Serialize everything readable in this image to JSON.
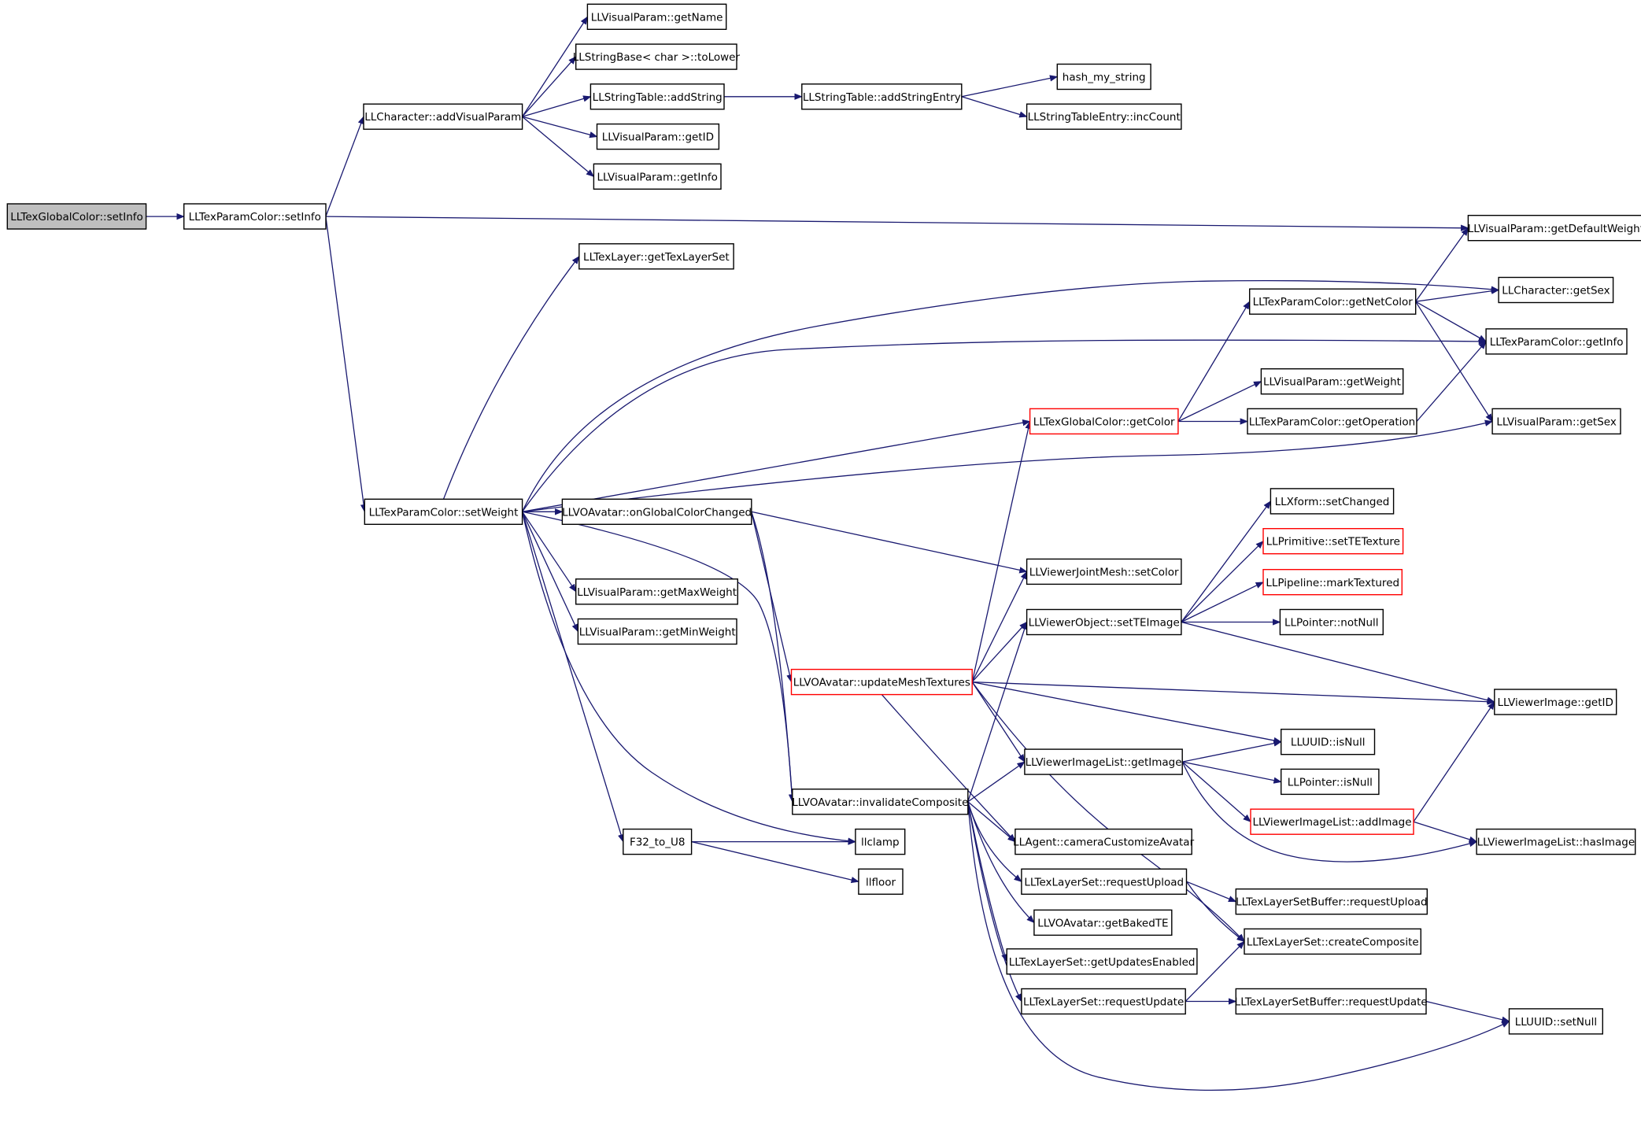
{
  "graph": {
    "nodes": [
      {
        "id": "root",
        "label": "LLTexGlobalColor::setInfo",
        "style": "root"
      },
      {
        "id": "tpc_setInfo",
        "label": "LLTexParamColor::setInfo"
      },
      {
        "id": "char_addVP",
        "label": "LLCharacter::addVisualParam"
      },
      {
        "id": "vp_getName",
        "label": "LLVisualParam::getName"
      },
      {
        "id": "sb_toLower",
        "label": "LLStringBase< char >::toLower"
      },
      {
        "id": "st_addString",
        "label": "LLStringTable::addString"
      },
      {
        "id": "st_addEntry",
        "label": "LLStringTable::addStringEntry"
      },
      {
        "id": "hash",
        "label": "hash_my_string"
      },
      {
        "id": "ste_inc",
        "label": "LLStringTableEntry::incCount"
      },
      {
        "id": "vp_getID",
        "label": "LLVisualParam::getID"
      },
      {
        "id": "vp_getInfo",
        "label": "LLVisualParam::getInfo"
      },
      {
        "id": "vp_getDefW",
        "label": "LLVisualParam::getDefaultWeight"
      },
      {
        "id": "tl_getTLS",
        "label": "LLTexLayer::getTexLayerSet"
      },
      {
        "id": "char_getSex",
        "label": "LLCharacter::getSex"
      },
      {
        "id": "tpc_getNetColor",
        "label": "LLTexParamColor::getNetColor"
      },
      {
        "id": "tpc_getInfo",
        "label": "LLTexParamColor::getInfo"
      },
      {
        "id": "vp_getWeight",
        "label": "LLVisualParam::getWeight"
      },
      {
        "id": "tgc_getColor",
        "label": "LLTexGlobalColor::getColor",
        "style": "red"
      },
      {
        "id": "tpc_getOp",
        "label": "LLTexParamColor::getOperation"
      },
      {
        "id": "vp_getSex",
        "label": "LLVisualParam::getSex"
      },
      {
        "id": "tpc_setWeight",
        "label": "LLTexParamColor::setWeight"
      },
      {
        "id": "vo_onGCC",
        "label": "LLVOAvatar::onGlobalColorChanged"
      },
      {
        "id": "xf_setChanged",
        "label": "LLXform::setChanged"
      },
      {
        "id": "prim_setTE",
        "label": "LLPrimitive::setTETexture",
        "style": "red"
      },
      {
        "id": "pipe_mark",
        "label": "LLPipeline::markTextured",
        "style": "red"
      },
      {
        "id": "vjm_setColor",
        "label": "LLViewerJointMesh::setColor"
      },
      {
        "id": "vp_getMaxW",
        "label": "LLVisualParam::getMaxWeight"
      },
      {
        "id": "vo_setTEImage",
        "label": "LLViewerObject::setTEImage"
      },
      {
        "id": "ptr_notNull",
        "label": "LLPointer::notNull"
      },
      {
        "id": "vp_getMinW",
        "label": "LLVisualParam::getMinWeight"
      },
      {
        "id": "vo_updMesh",
        "label": "LLVOAvatar::updateMeshTextures",
        "style": "red"
      },
      {
        "id": "vi_getID",
        "label": "LLViewerImage::getID"
      },
      {
        "id": "uuid_isNull",
        "label": "LLUUID::isNull"
      },
      {
        "id": "vil_getImage",
        "label": "LLViewerImageList::getImage"
      },
      {
        "id": "ptr_isNull",
        "label": "LLPointer::isNull"
      },
      {
        "id": "vo_invComp",
        "label": "LLVOAvatar::invalidateComposite"
      },
      {
        "id": "vil_addImage",
        "label": "LLViewerImageList::addImage",
        "style": "red"
      },
      {
        "id": "f32u8",
        "label": "F32_to_U8"
      },
      {
        "id": "llclamp",
        "label": "llclamp"
      },
      {
        "id": "agent_cca",
        "label": "LLAgent::cameraCustomizeAvatar"
      },
      {
        "id": "vil_hasImage",
        "label": "LLViewerImageList::hasImage"
      },
      {
        "id": "llfloor",
        "label": "llfloor"
      },
      {
        "id": "tls_reqUpload",
        "label": "LLTexLayerSet::requestUpload"
      },
      {
        "id": "tlsb_reqUpload",
        "label": "LLTexLayerSetBuffer::requestUpload"
      },
      {
        "id": "vo_getBakedTE",
        "label": "LLVOAvatar::getBakedTE"
      },
      {
        "id": "tls_createComp",
        "label": "LLTexLayerSet::createComposite"
      },
      {
        "id": "tls_getUpdEn",
        "label": "LLTexLayerSet::getUpdatesEnabled"
      },
      {
        "id": "tls_reqUpdate",
        "label": "LLTexLayerSet::requestUpdate"
      },
      {
        "id": "tlsb_reqUpdate",
        "label": "LLTexLayerSetBuffer::requestUpdate"
      },
      {
        "id": "uuid_setNull",
        "label": "LLUUID::setNull"
      }
    ],
    "edges": [
      [
        "root",
        "tpc_setInfo"
      ],
      [
        "tpc_setInfo",
        "char_addVP"
      ],
      [
        "tpc_setInfo",
        "vp_getDefW"
      ],
      [
        "tpc_setInfo",
        "tpc_setWeight"
      ],
      [
        "char_addVP",
        "vp_getName"
      ],
      [
        "char_addVP",
        "sb_toLower"
      ],
      [
        "char_addVP",
        "st_addString"
      ],
      [
        "char_addVP",
        "vp_getID"
      ],
      [
        "char_addVP",
        "vp_getInfo"
      ],
      [
        "st_addString",
        "st_addEntry"
      ],
      [
        "st_addEntry",
        "hash"
      ],
      [
        "st_addEntry",
        "ste_inc"
      ],
      [
        "tpc_setWeight",
        "tl_getTLS"
      ],
      [
        "tpc_setWeight",
        "char_getSex"
      ],
      [
        "tpc_setWeight",
        "tpc_getInfo"
      ],
      [
        "tpc_setWeight",
        "vp_getSex"
      ],
      [
        "tpc_setWeight",
        "vo_onGCC"
      ],
      [
        "tpc_setWeight",
        "vp_getMaxW"
      ],
      [
        "tpc_setWeight",
        "vp_getMinW"
      ],
      [
        "tpc_setWeight",
        "vo_invComp"
      ],
      [
        "tpc_setWeight",
        "llclamp"
      ],
      [
        "tpc_setWeight",
        "f32u8"
      ],
      [
        "tpc_setWeight",
        "tgc_getColor"
      ],
      [
        "f32u8",
        "llclamp"
      ],
      [
        "f32u8",
        "llfloor"
      ],
      [
        "vo_onGCC",
        "vjm_setColor"
      ],
      [
        "vo_onGCC",
        "vo_updMesh"
      ],
      [
        "vo_onGCC",
        "vo_invComp"
      ],
      [
        "tgc_getColor",
        "tpc_getNetColor"
      ],
      [
        "tgc_getColor",
        "vp_getWeight"
      ],
      [
        "tgc_getColor",
        "tpc_getOp"
      ],
      [
        "tpc_getNetColor",
        "vp_getDefW"
      ],
      [
        "tpc_getNetColor",
        "char_getSex"
      ],
      [
        "tpc_getNetColor",
        "tpc_getInfo"
      ],
      [
        "tpc_getNetColor",
        "vp_getSex"
      ],
      [
        "tpc_getOp",
        "tpc_getInfo"
      ],
      [
        "vo_updMesh",
        "tgc_getColor"
      ],
      [
        "vo_updMesh",
        "vjm_setColor"
      ],
      [
        "vo_updMesh",
        "vo_setTEImage"
      ],
      [
        "vo_updMesh",
        "vi_getID"
      ],
      [
        "vo_updMesh",
        "uuid_isNull"
      ],
      [
        "vo_updMesh",
        "vil_getImage"
      ],
      [
        "vo_updMesh",
        "agent_cca"
      ],
      [
        "vo_updMesh",
        "tls_createComp"
      ],
      [
        "vo_setTEImage",
        "xf_setChanged"
      ],
      [
        "vo_setTEImage",
        "prim_setTE"
      ],
      [
        "vo_setTEImage",
        "pipe_mark"
      ],
      [
        "vo_setTEImage",
        "ptr_notNull"
      ],
      [
        "vo_setTEImage",
        "vi_getID"
      ],
      [
        "vil_getImage",
        "uuid_isNull"
      ],
      [
        "vil_getImage",
        "ptr_isNull"
      ],
      [
        "vil_getImage",
        "vil_addImage"
      ],
      [
        "vil_getImage",
        "vil_hasImage"
      ],
      [
        "vil_addImage",
        "vi_getID"
      ],
      [
        "vil_addImage",
        "vil_hasImage"
      ],
      [
        "vo_invComp",
        "vil_getImage"
      ],
      [
        "vo_invComp",
        "vo_setTEImage"
      ],
      [
        "vo_invComp",
        "agent_cca"
      ],
      [
        "vo_invComp",
        "tls_reqUpload"
      ],
      [
        "vo_invComp",
        "vo_getBakedTE"
      ],
      [
        "vo_invComp",
        "tls_getUpdEn"
      ],
      [
        "vo_invComp",
        "tls_reqUpdate"
      ],
      [
        "vo_invComp",
        "uuid_setNull"
      ],
      [
        "tls_reqUpload",
        "tlsb_reqUpload"
      ],
      [
        "tls_reqUpload",
        "tls_createComp"
      ],
      [
        "tls_reqUpdate",
        "tls_createComp"
      ],
      [
        "tls_reqUpdate",
        "tlsb_reqUpdate"
      ],
      [
        "tlsb_reqUpdate",
        "uuid_setNull"
      ]
    ]
  },
  "colors": {
    "edge": "#191970",
    "node_border": "#000000",
    "highlight_border": "#ff0000",
    "root_fill": "#bfbfbf"
  }
}
